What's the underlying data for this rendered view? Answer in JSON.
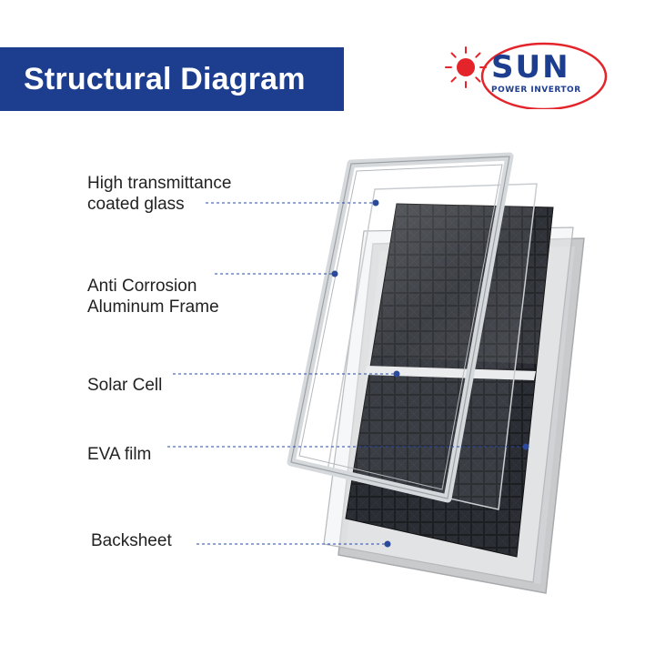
{
  "header": {
    "title": "Structural Diagram"
  },
  "logo": {
    "brand": "SUN",
    "tagline": "POWER INVERTOR",
    "icon": "sun-icon"
  },
  "layers": [
    {
      "name": "glass",
      "line1": "High transmittance",
      "line2": "coated glass"
    },
    {
      "name": "frame",
      "line1": "Anti Corrosion",
      "line2": "Aluminum Frame"
    },
    {
      "name": "cell",
      "line1": "Solar Cell"
    },
    {
      "name": "eva",
      "line1": "EVA film"
    },
    {
      "name": "backsheet",
      "line1": "Backsheet"
    }
  ],
  "colors": {
    "banner": "#1d3d8f",
    "logo_red": "#e4242b",
    "logo_blue": "#1d3d8f",
    "leader": "#2c4a9a",
    "cell": "#1c1e22",
    "frame": "#d6d9dc",
    "backsheet": "#c8cacc"
  }
}
